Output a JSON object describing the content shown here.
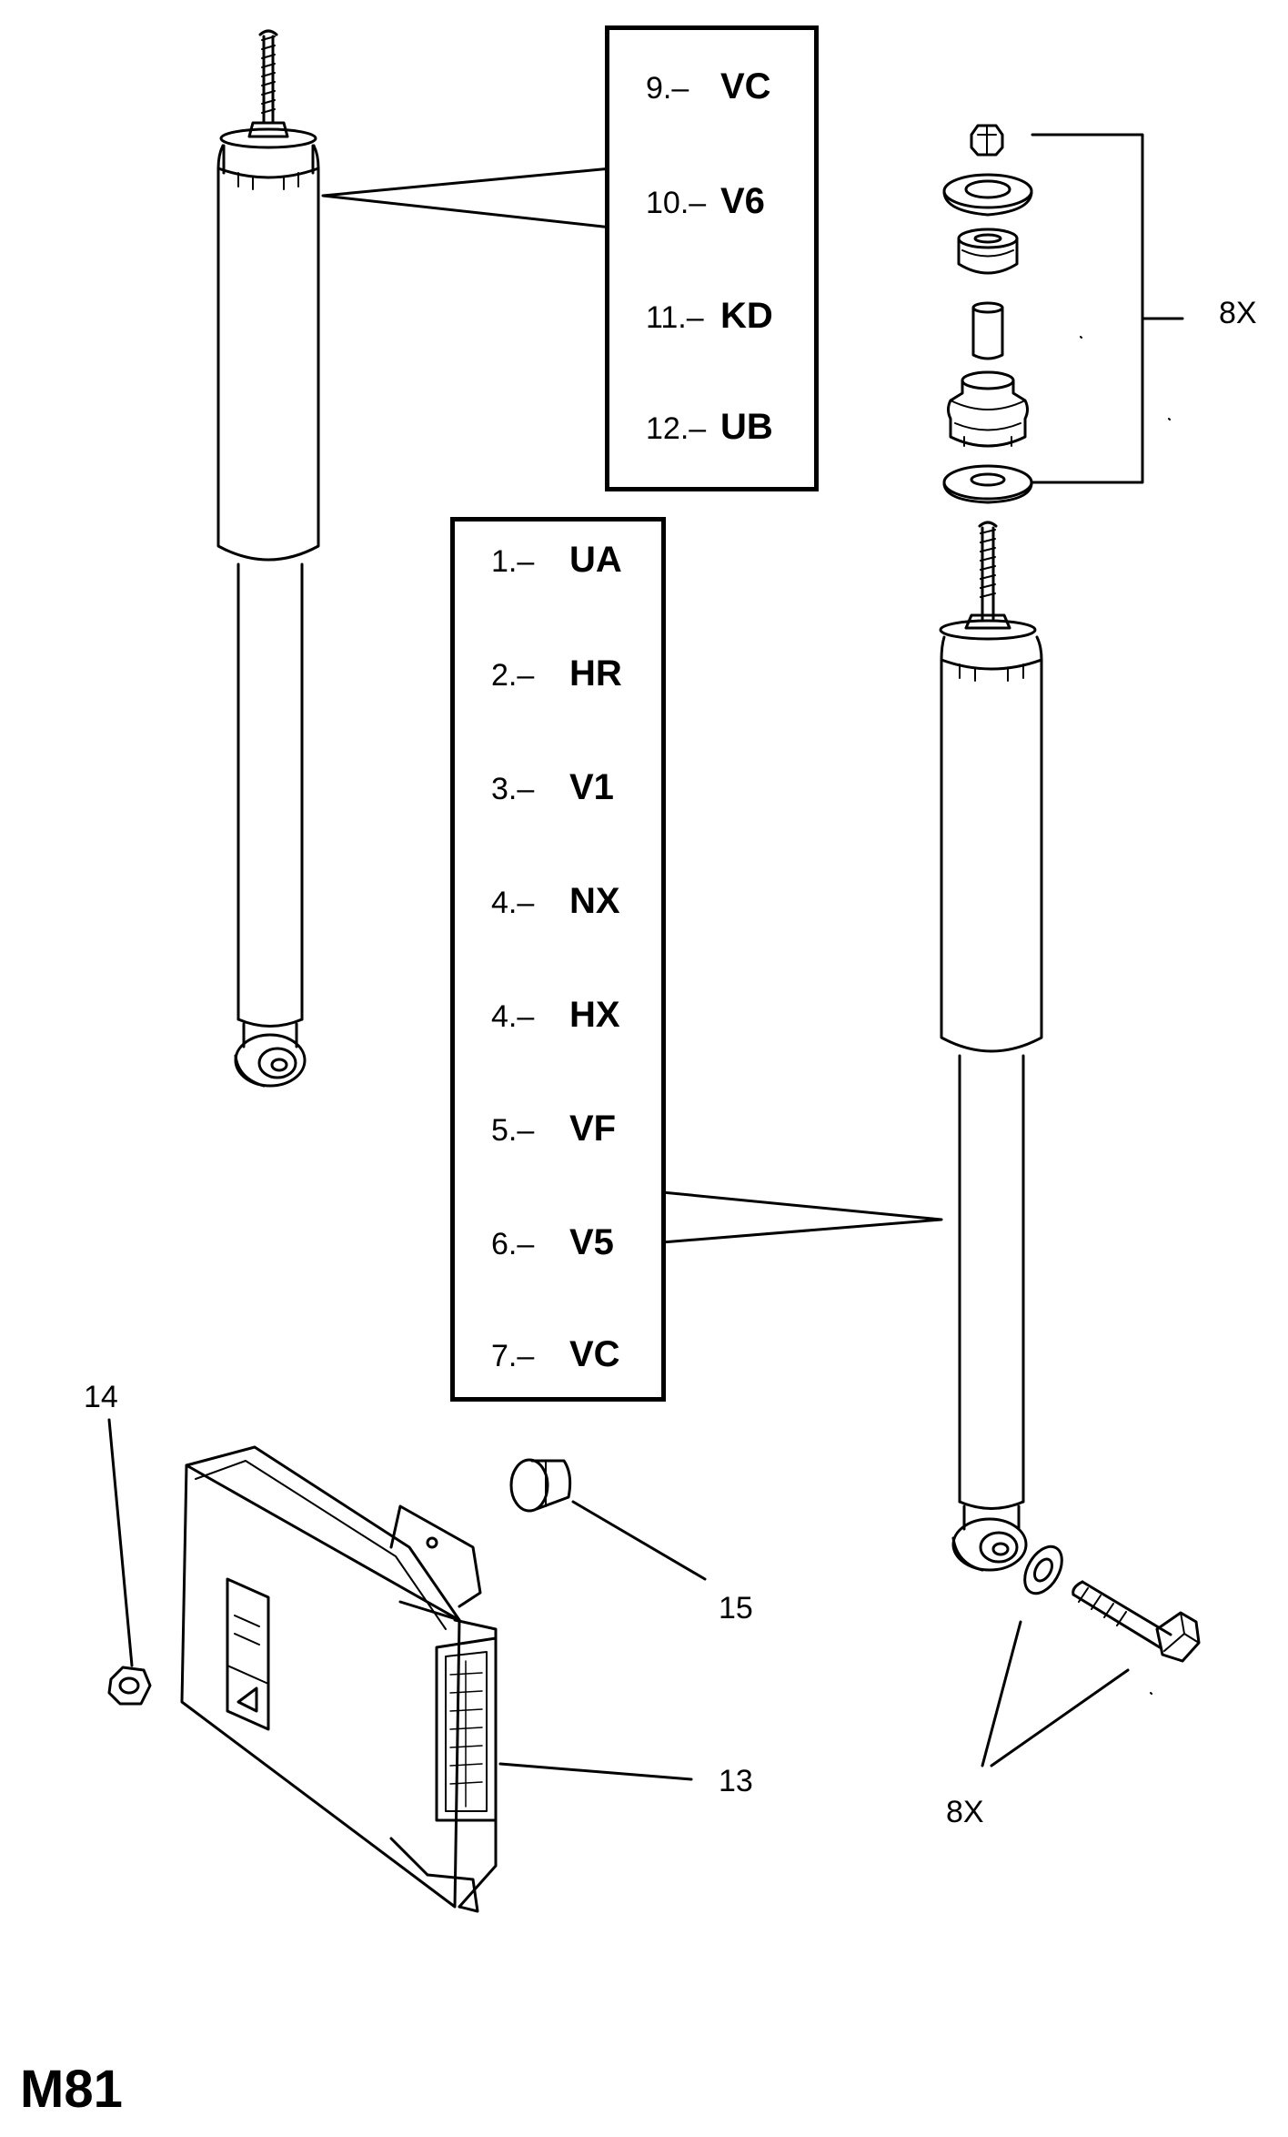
{
  "diagram": {
    "page_code": "M81",
    "top_box": {
      "rows": [
        {
          "num": "9.–",
          "code": "VC"
        },
        {
          "num": "10.–",
          "code": "V6"
        },
        {
          "num": "11.–",
          "code": "KD"
        },
        {
          "num": "12.–",
          "code": "UB"
        }
      ]
    },
    "middle_box": {
      "rows": [
        {
          "num": "1.–",
          "code": "UA"
        },
        {
          "num": "2.–",
          "code": "HR"
        },
        {
          "num": "3.–",
          "code": "V1"
        },
        {
          "num": "4.–",
          "code": "NX"
        },
        {
          "num": "4.–",
          "code": "HX"
        },
        {
          "num": "5.–",
          "code": "VF"
        },
        {
          "num": "6.–",
          "code": "V5"
        },
        {
          "num": "7.–",
          "code": "VC"
        }
      ]
    },
    "callouts": {
      "mount_kit_qty": "8X",
      "lower_bolt_qty": "8X",
      "item_13": "13",
      "item_14": "14",
      "item_15": "15"
    }
  }
}
